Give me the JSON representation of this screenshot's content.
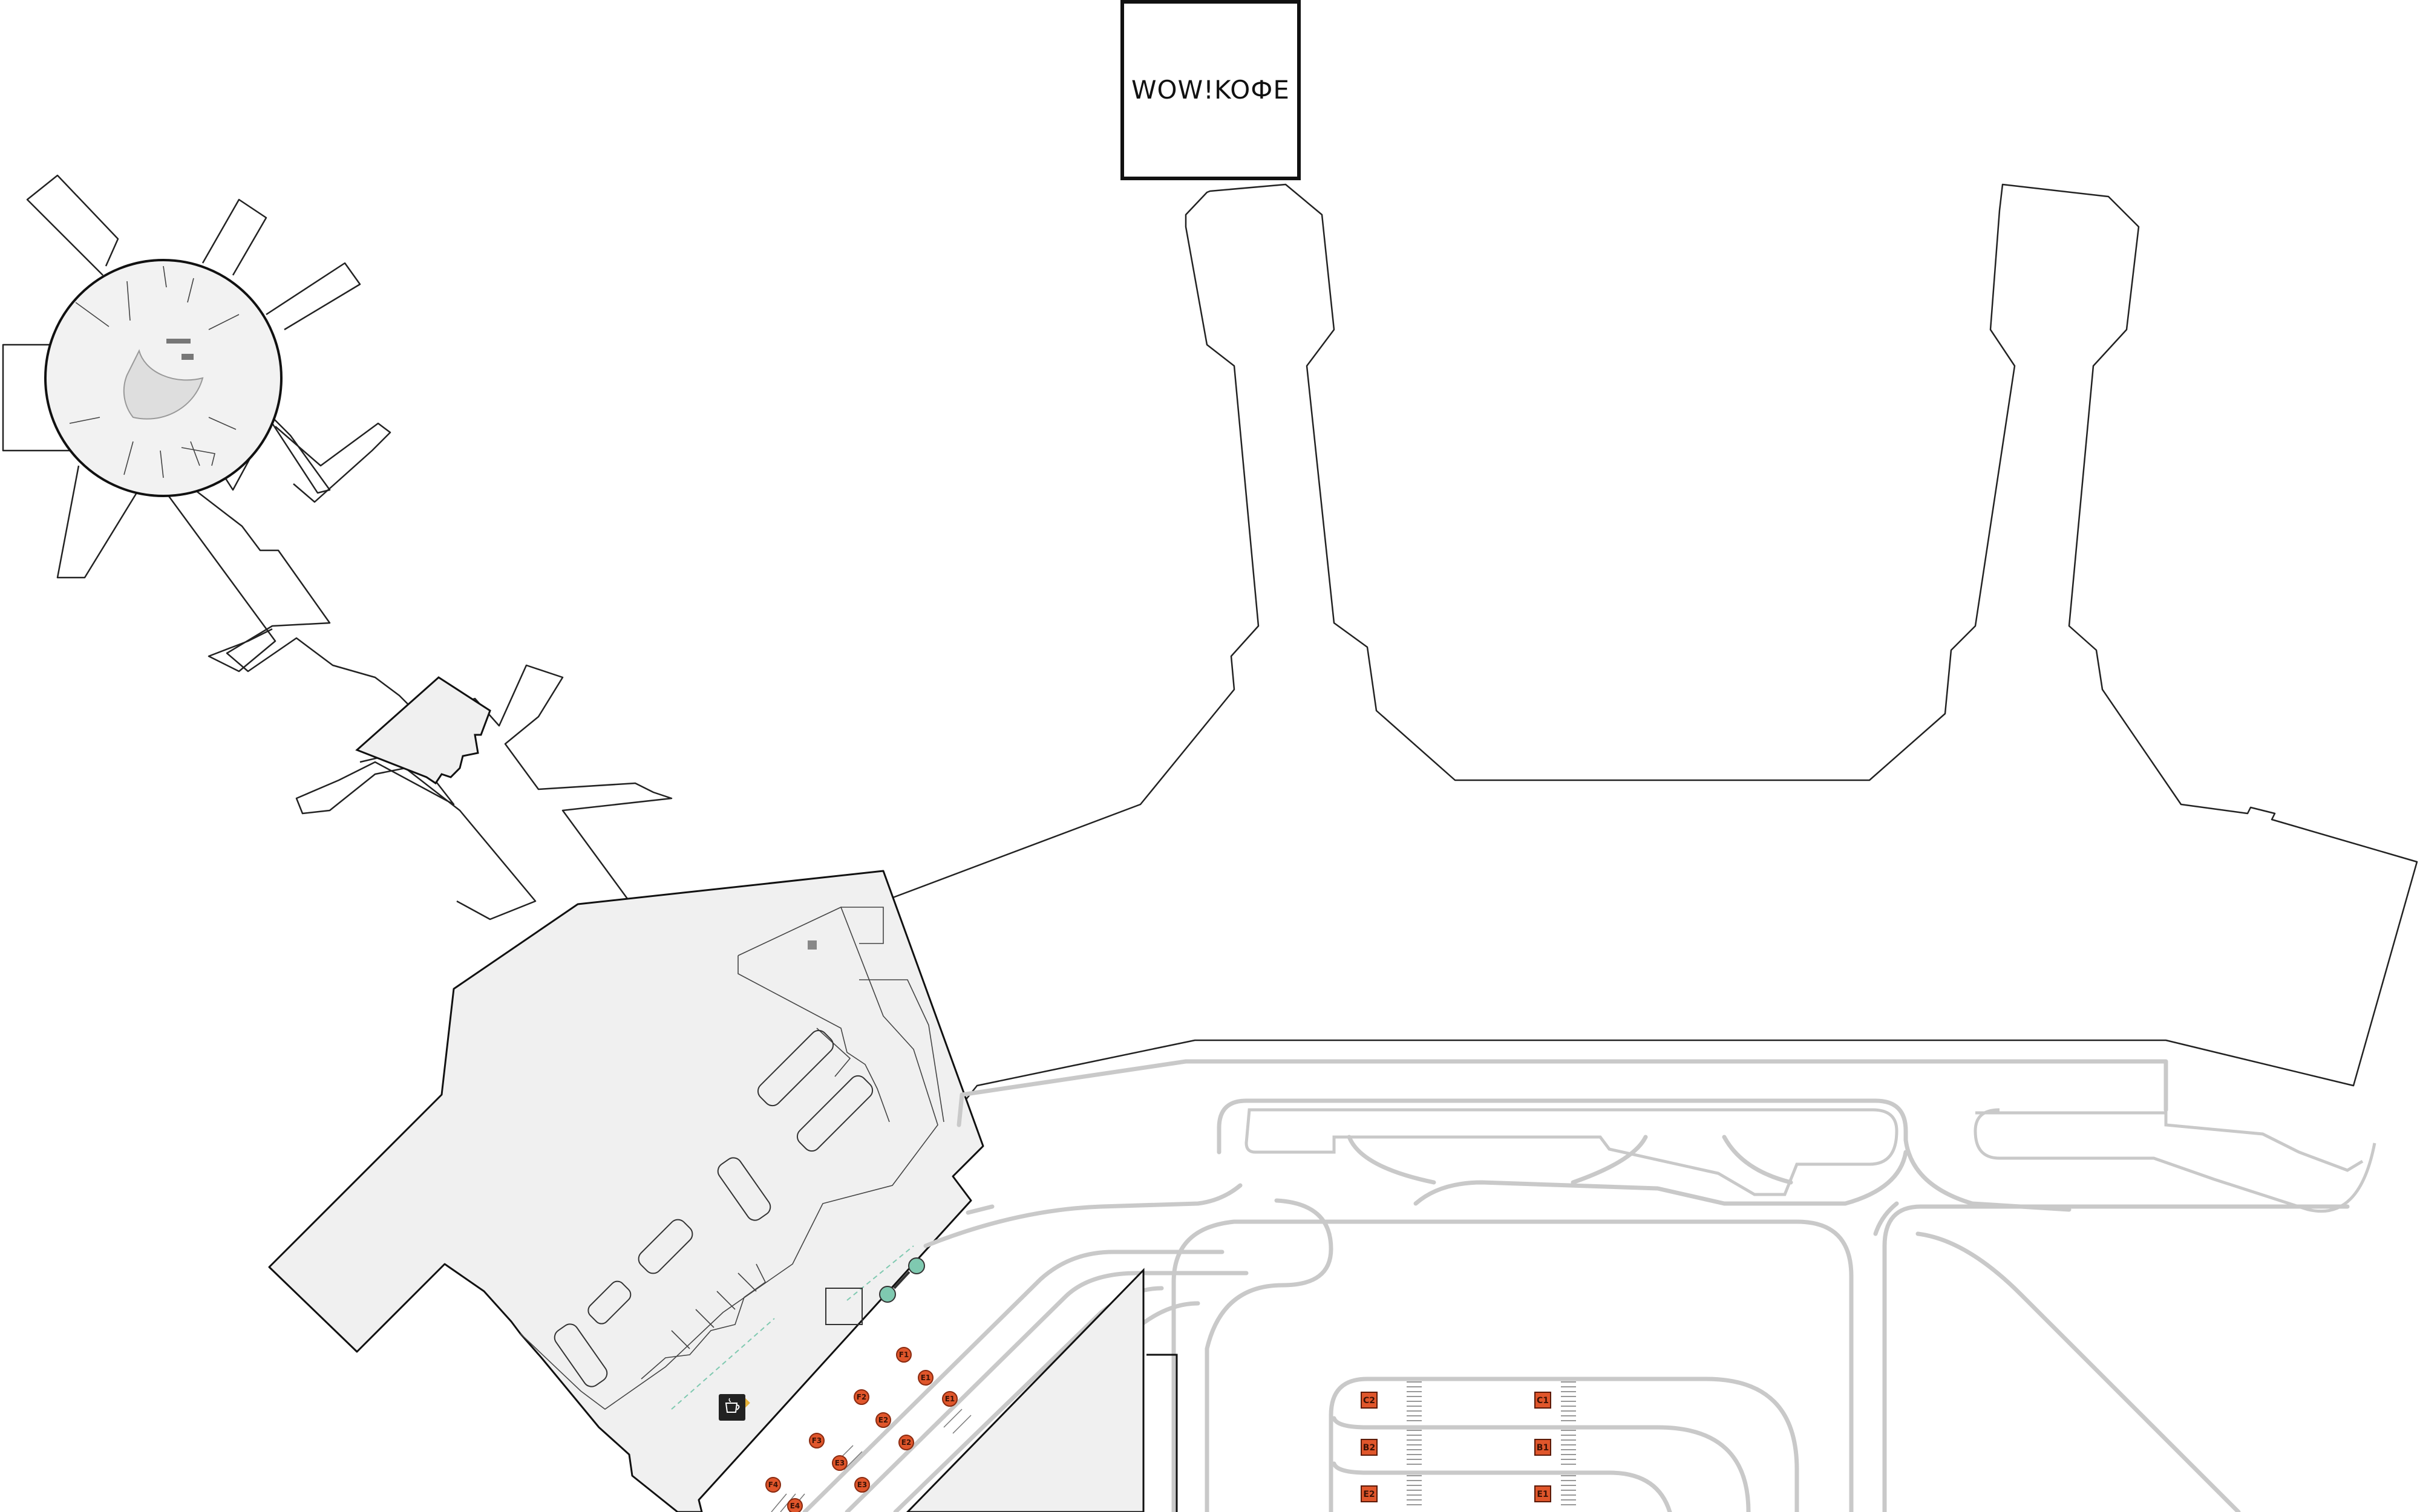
{
  "poi": {
    "cafe_name": "WOW!KOФE",
    "cafe_icon": "coffee-cup-icon",
    "shuttle_icon": "shuttle-stop-icon"
  },
  "colors": {
    "bus_stop": "#e0562b",
    "parking": "#e0562b",
    "shuttle": "#7fc9b0",
    "building_fill": "#f0f0f0",
    "road": "#c9c9c9"
  },
  "bus_stops": [
    {
      "label": "F1"
    },
    {
      "label": "E1"
    },
    {
      "label": "E1"
    },
    {
      "label": "F2"
    },
    {
      "label": "E2"
    },
    {
      "label": "E2"
    },
    {
      "label": "F3"
    },
    {
      "label": "E3"
    },
    {
      "label": "E3"
    },
    {
      "label": "F4"
    },
    {
      "label": "E4"
    }
  ],
  "parking_labels": [
    {
      "label": "C2"
    },
    {
      "label": "B2"
    },
    {
      "label": "E2"
    },
    {
      "label": "C1"
    },
    {
      "label": "B1"
    },
    {
      "label": "E1"
    }
  ]
}
